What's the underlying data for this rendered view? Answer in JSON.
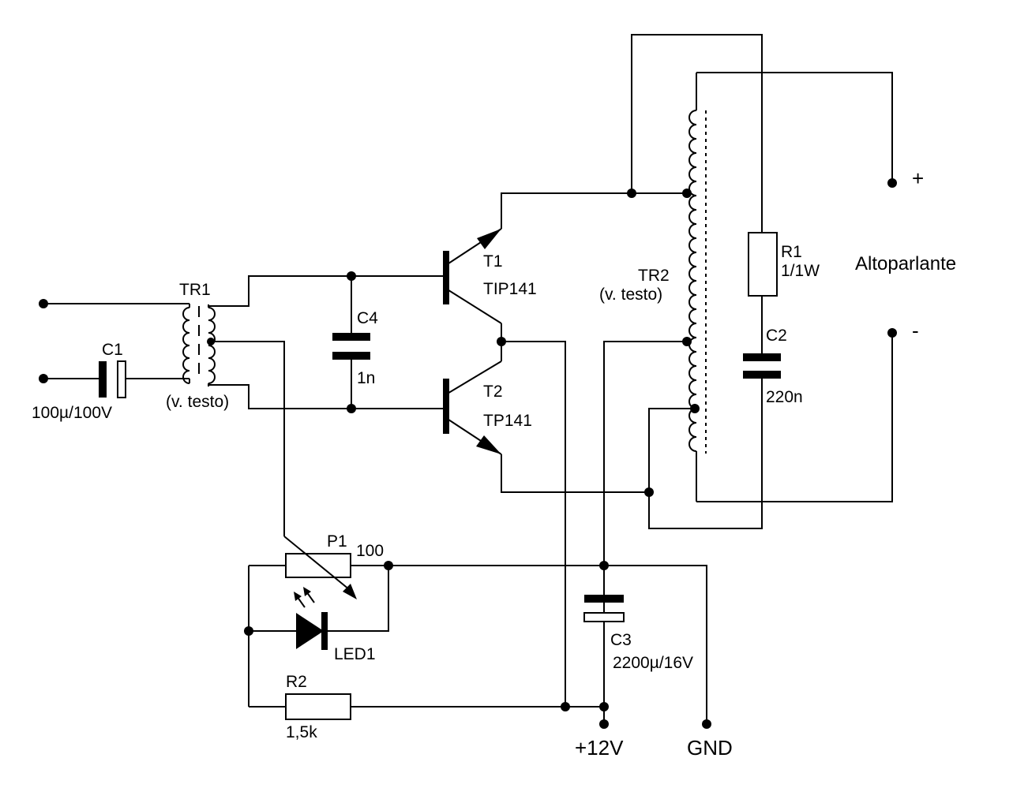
{
  "labels": {
    "tr1": "TR1",
    "tr1_note": "(v. testo)",
    "c1": "C1",
    "c1_value": "100µ/100V",
    "c4": "C4",
    "c4_value": "1n",
    "t1": "T1",
    "t1_type": "TIP141",
    "t2": "T2",
    "t2_type": "TP141",
    "tr2": "TR2",
    "tr2_note": "(v. testo)",
    "r1": "R1",
    "r1_value": "1/1W",
    "c2": "C2",
    "c2_value": "220n",
    "speaker": "Altoparlante",
    "plus": "+",
    "minus": "-",
    "p1": "P1",
    "p1_value": "100",
    "led1": "LED1",
    "r2": "R2",
    "r2_value": "1,5k",
    "c3": "C3",
    "c3_value": "2200µ/16V",
    "vcc": "+12V",
    "gnd": "GND"
  }
}
